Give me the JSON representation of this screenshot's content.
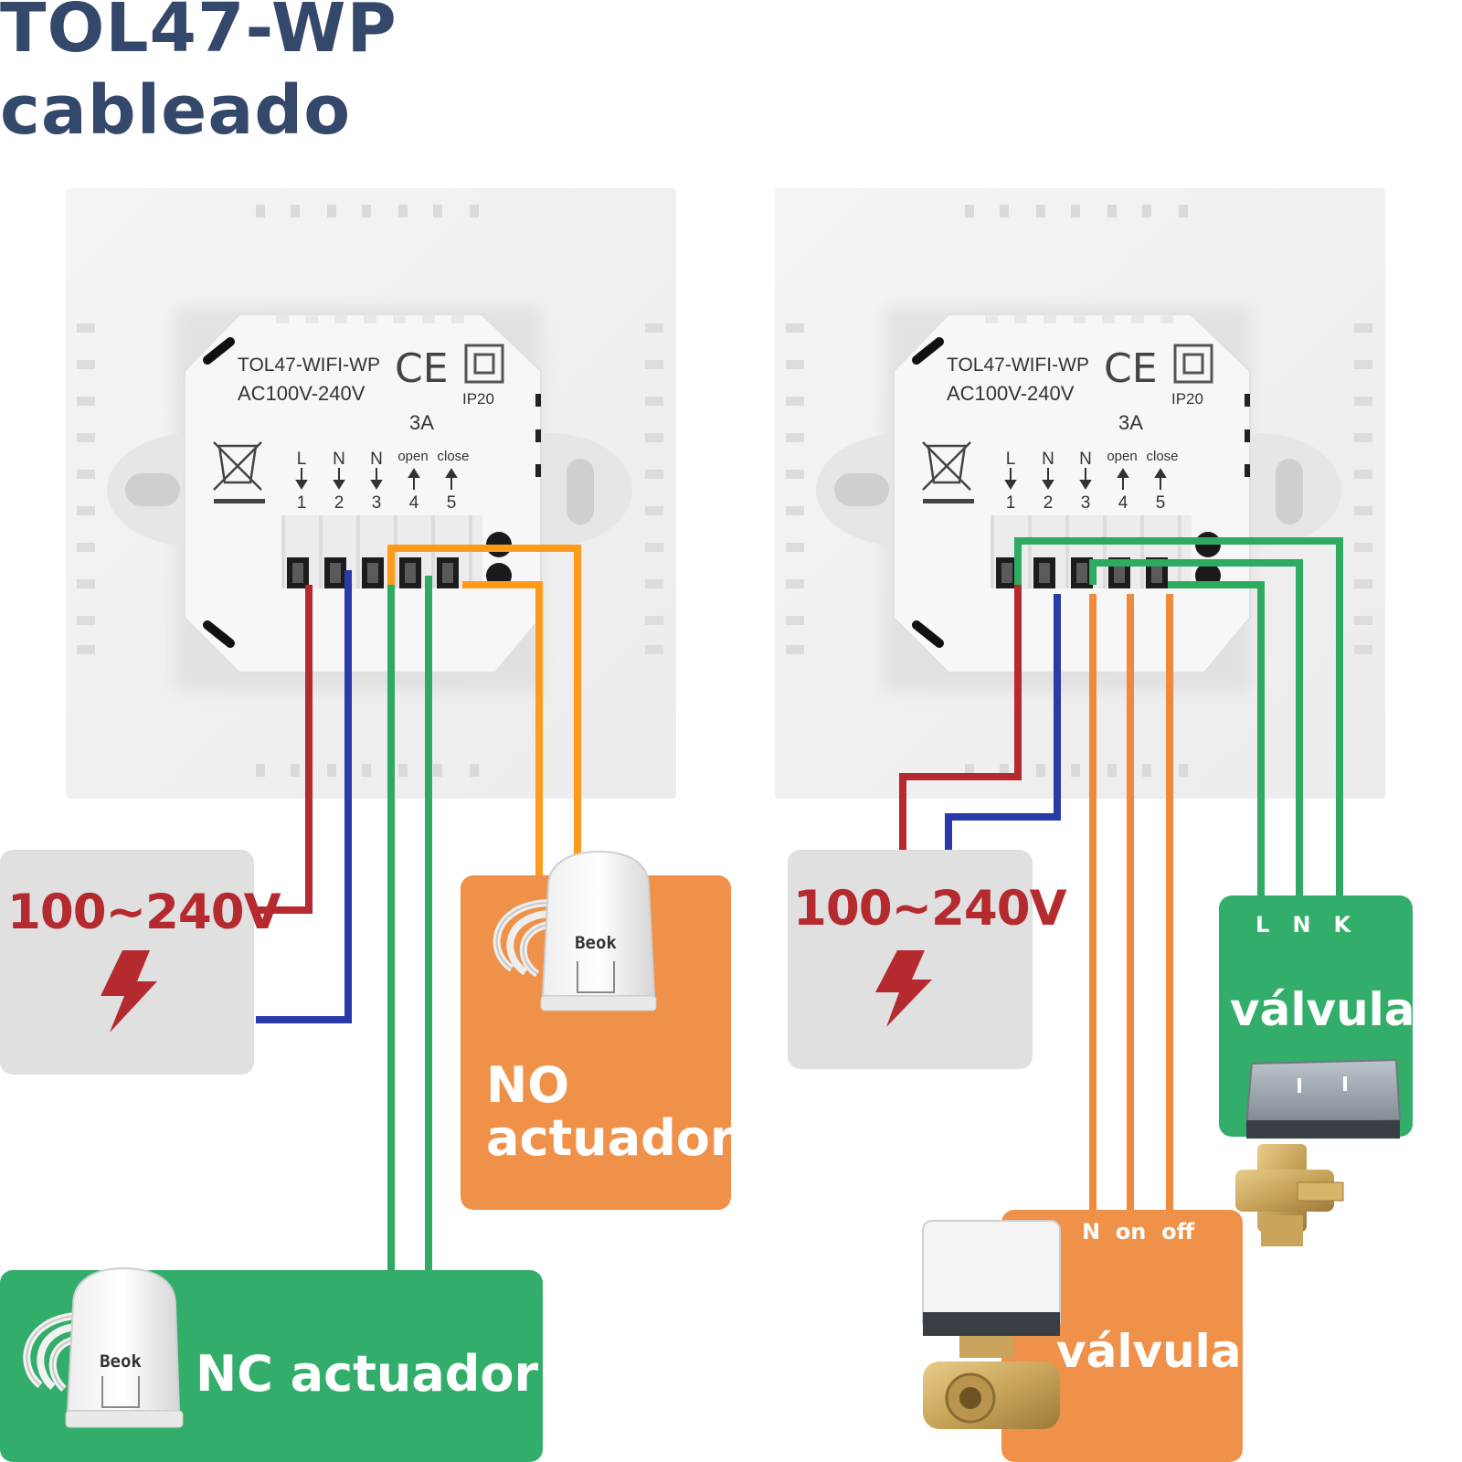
{
  "title": {
    "line1": "TOL47-WP",
    "line2": "cableado"
  },
  "thermostat": {
    "model": "TOL47-WIFI-WP",
    "voltage": "AC100V-240V",
    "current": "3A",
    "rating": "IP20",
    "ce_mark": "CE",
    "terminal_labels": [
      "L",
      "N",
      "N",
      "open",
      "close"
    ],
    "terminal_numbers": [
      "1",
      "2",
      "3",
      "4",
      "5"
    ]
  },
  "left": {
    "power_label": "100~240V",
    "no_label_line1": "NO",
    "no_label_line2": "actuador",
    "nc_label": "NC actuador",
    "actuator_brand": "Beok"
  },
  "right": {
    "power_label": "100~240V",
    "valve_green_terminals": "L   N   K",
    "valve_green_label": "válvula",
    "valve_orange_terminals": "N  on  off",
    "valve_orange_label": "válvula"
  },
  "colors": {
    "title": "#34486b",
    "wire_red": "#b42a2e",
    "wire_blue": "#2a3aa8",
    "wire_green": "#2eaa62",
    "wire_orange": "#ff9a1a",
    "wire_orange_valve": "#f08a3a",
    "box_gray": "#e0e0e0",
    "box_orange": "#f0914a",
    "box_green": "#33ad6a",
    "power_text": "#b42a2e"
  }
}
